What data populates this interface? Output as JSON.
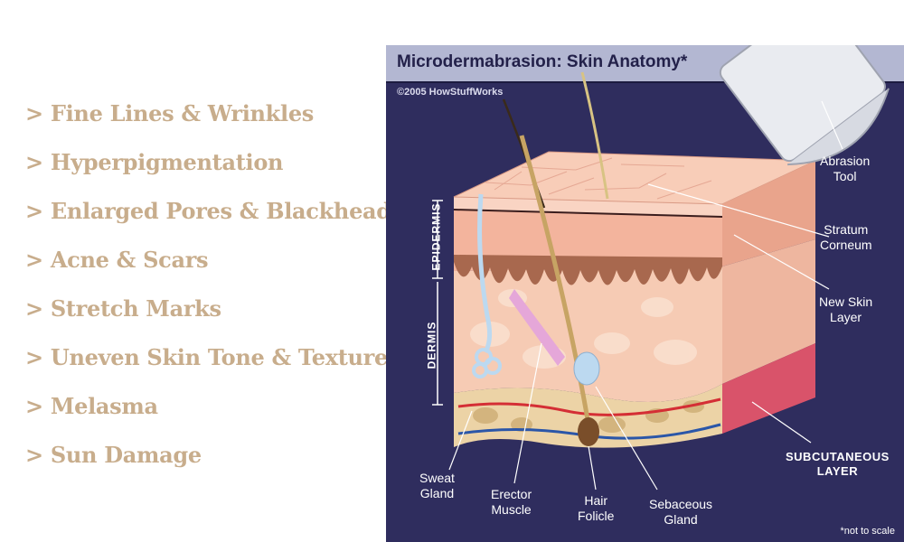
{
  "benefits": [
    "> Fine Lines & Wrinkles",
    "> Hyperpigmentation",
    "> Enlarged Pores & Blackheads",
    "> Acne & Scars",
    "> Stretch Marks",
    "> Uneven Skin Tone & Texture",
    "> Melasma",
    "> Sun Damage"
  ],
  "diagram": {
    "title": "Microdermabrasion: Skin Anatomy*",
    "credit": "©2005 HowStuffWorks",
    "side_labels": {
      "epidermis": "EPIDERMIS",
      "dermis": "DERMIS"
    },
    "labels": {
      "abrasion_tool": [
        "Abrasion",
        "Tool"
      ],
      "stratum_corneum": [
        "Stratum",
        "Corneum"
      ],
      "new_skin_layer": [
        "New Skin",
        "Layer"
      ],
      "subcutaneous_layer": [
        "SUBCUTANEOUS",
        "LAYER"
      ],
      "sweat_gland": [
        "Sweat",
        "Gland"
      ],
      "erector_muscle": [
        "Erector",
        "Muscle"
      ],
      "hair_follicle": [
        "Hair",
        "Folicle"
      ],
      "sebaceous_gland": [
        "Sebaceous",
        "Gland"
      ]
    },
    "footnote": "*not to scale"
  },
  "colors": {
    "benefit_text": "#c8ad8c",
    "panel_background": "#2f2d5e",
    "title_bar": "#b3b7d2"
  }
}
